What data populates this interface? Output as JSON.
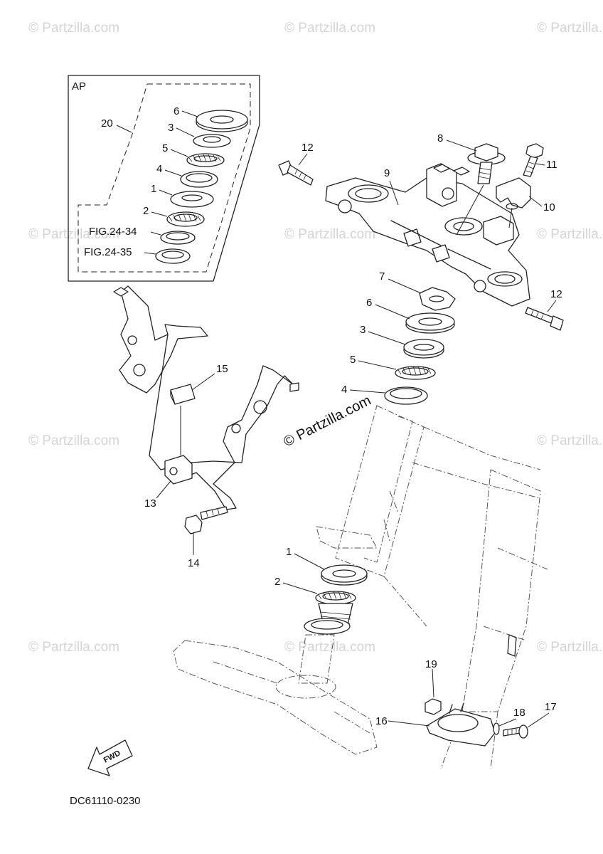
{
  "diagram": {
    "code": "DC61110-0230",
    "fwd_label": "FWD",
    "ap_box_label": "AP",
    "center_watermark": "© Partzilla.com",
    "watermark_text": "© Partzilla.com",
    "labels": {
      "ap_20": "20",
      "ap_6": "6",
      "ap_3": "3",
      "ap_5": "5",
      "ap_4": "4",
      "ap_1": "1",
      "ap_2": "2",
      "ap_fig1": "FIG.24-34",
      "ap_fig2": "FIG.24-35",
      "p8": "8",
      "p9": "9",
      "p10": "10",
      "p11": "11",
      "p12a": "12",
      "p12b": "12",
      "p7": "7",
      "p6": "6",
      "p3": "3",
      "p5": "5",
      "p4": "4",
      "p15": "15",
      "p13": "13",
      "p14": "14",
      "p1": "1",
      "p2": "2",
      "p16": "16",
      "p17": "17",
      "p18": "18",
      "p19": "19"
    }
  }
}
